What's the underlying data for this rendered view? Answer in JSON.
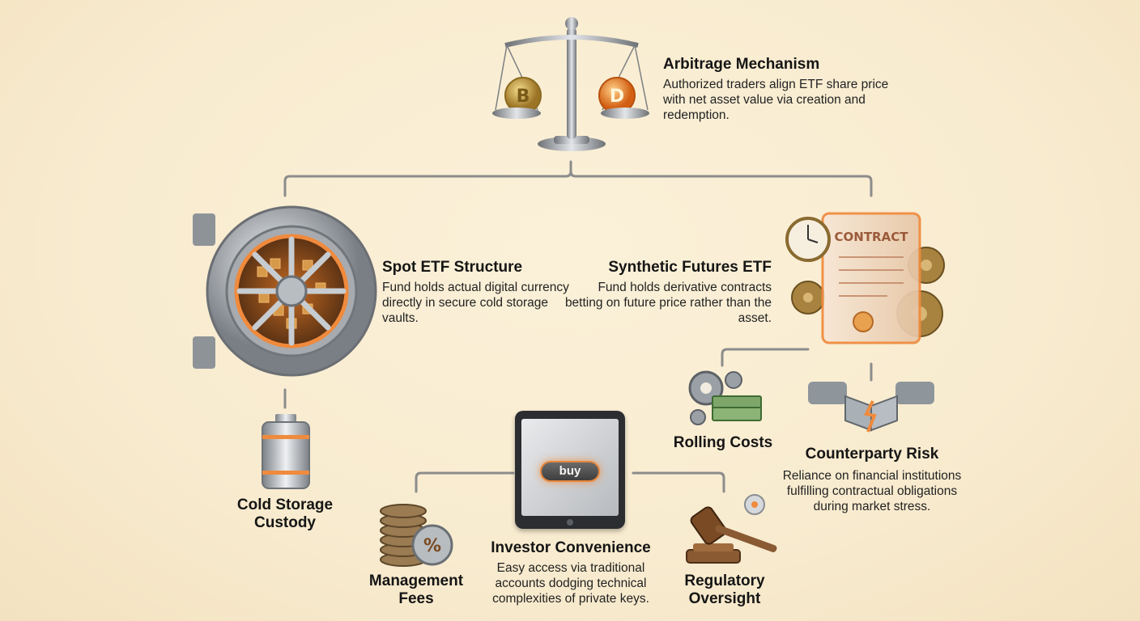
{
  "arbitrage": {
    "title": "Arbitrage Mechanism",
    "description": "Authorized traders align ETF share price with net asset value via creation and redemption."
  },
  "spot_etf": {
    "title": "Spot ETF Structure",
    "description": "Fund holds actual digital currency directly in secure cold storage vaults."
  },
  "synthetic_etf": {
    "title": "Synthetic Futures ETF",
    "description": "Fund holds derivative contracts betting on future price rather than the asset.",
    "contract_label": "CONTRACT"
  },
  "cold_storage": {
    "title": "Cold Storage Custody"
  },
  "rolling_costs": {
    "title": "Rolling Costs"
  },
  "counterparty": {
    "title": "Counterparty Risk",
    "description": "Reliance on financial institutions fulfilling contractual obligations during market stress."
  },
  "investor": {
    "title": "Investor Convenience",
    "description": "Easy access via traditional accounts dodging technical complexities of private keys.",
    "button_label": "buy"
  },
  "management_fees": {
    "title": "Management Fees"
  },
  "regulatory": {
    "title": "Regulatory Oversight"
  },
  "coins": {
    "left_symbol": "B",
    "right_symbol": "D",
    "fee_symbol": "%"
  },
  "colors": {
    "accent": "#e7863b",
    "line": "#8a8a8a",
    "metal": "#9a9ea3",
    "gold": "#c9a24a"
  }
}
